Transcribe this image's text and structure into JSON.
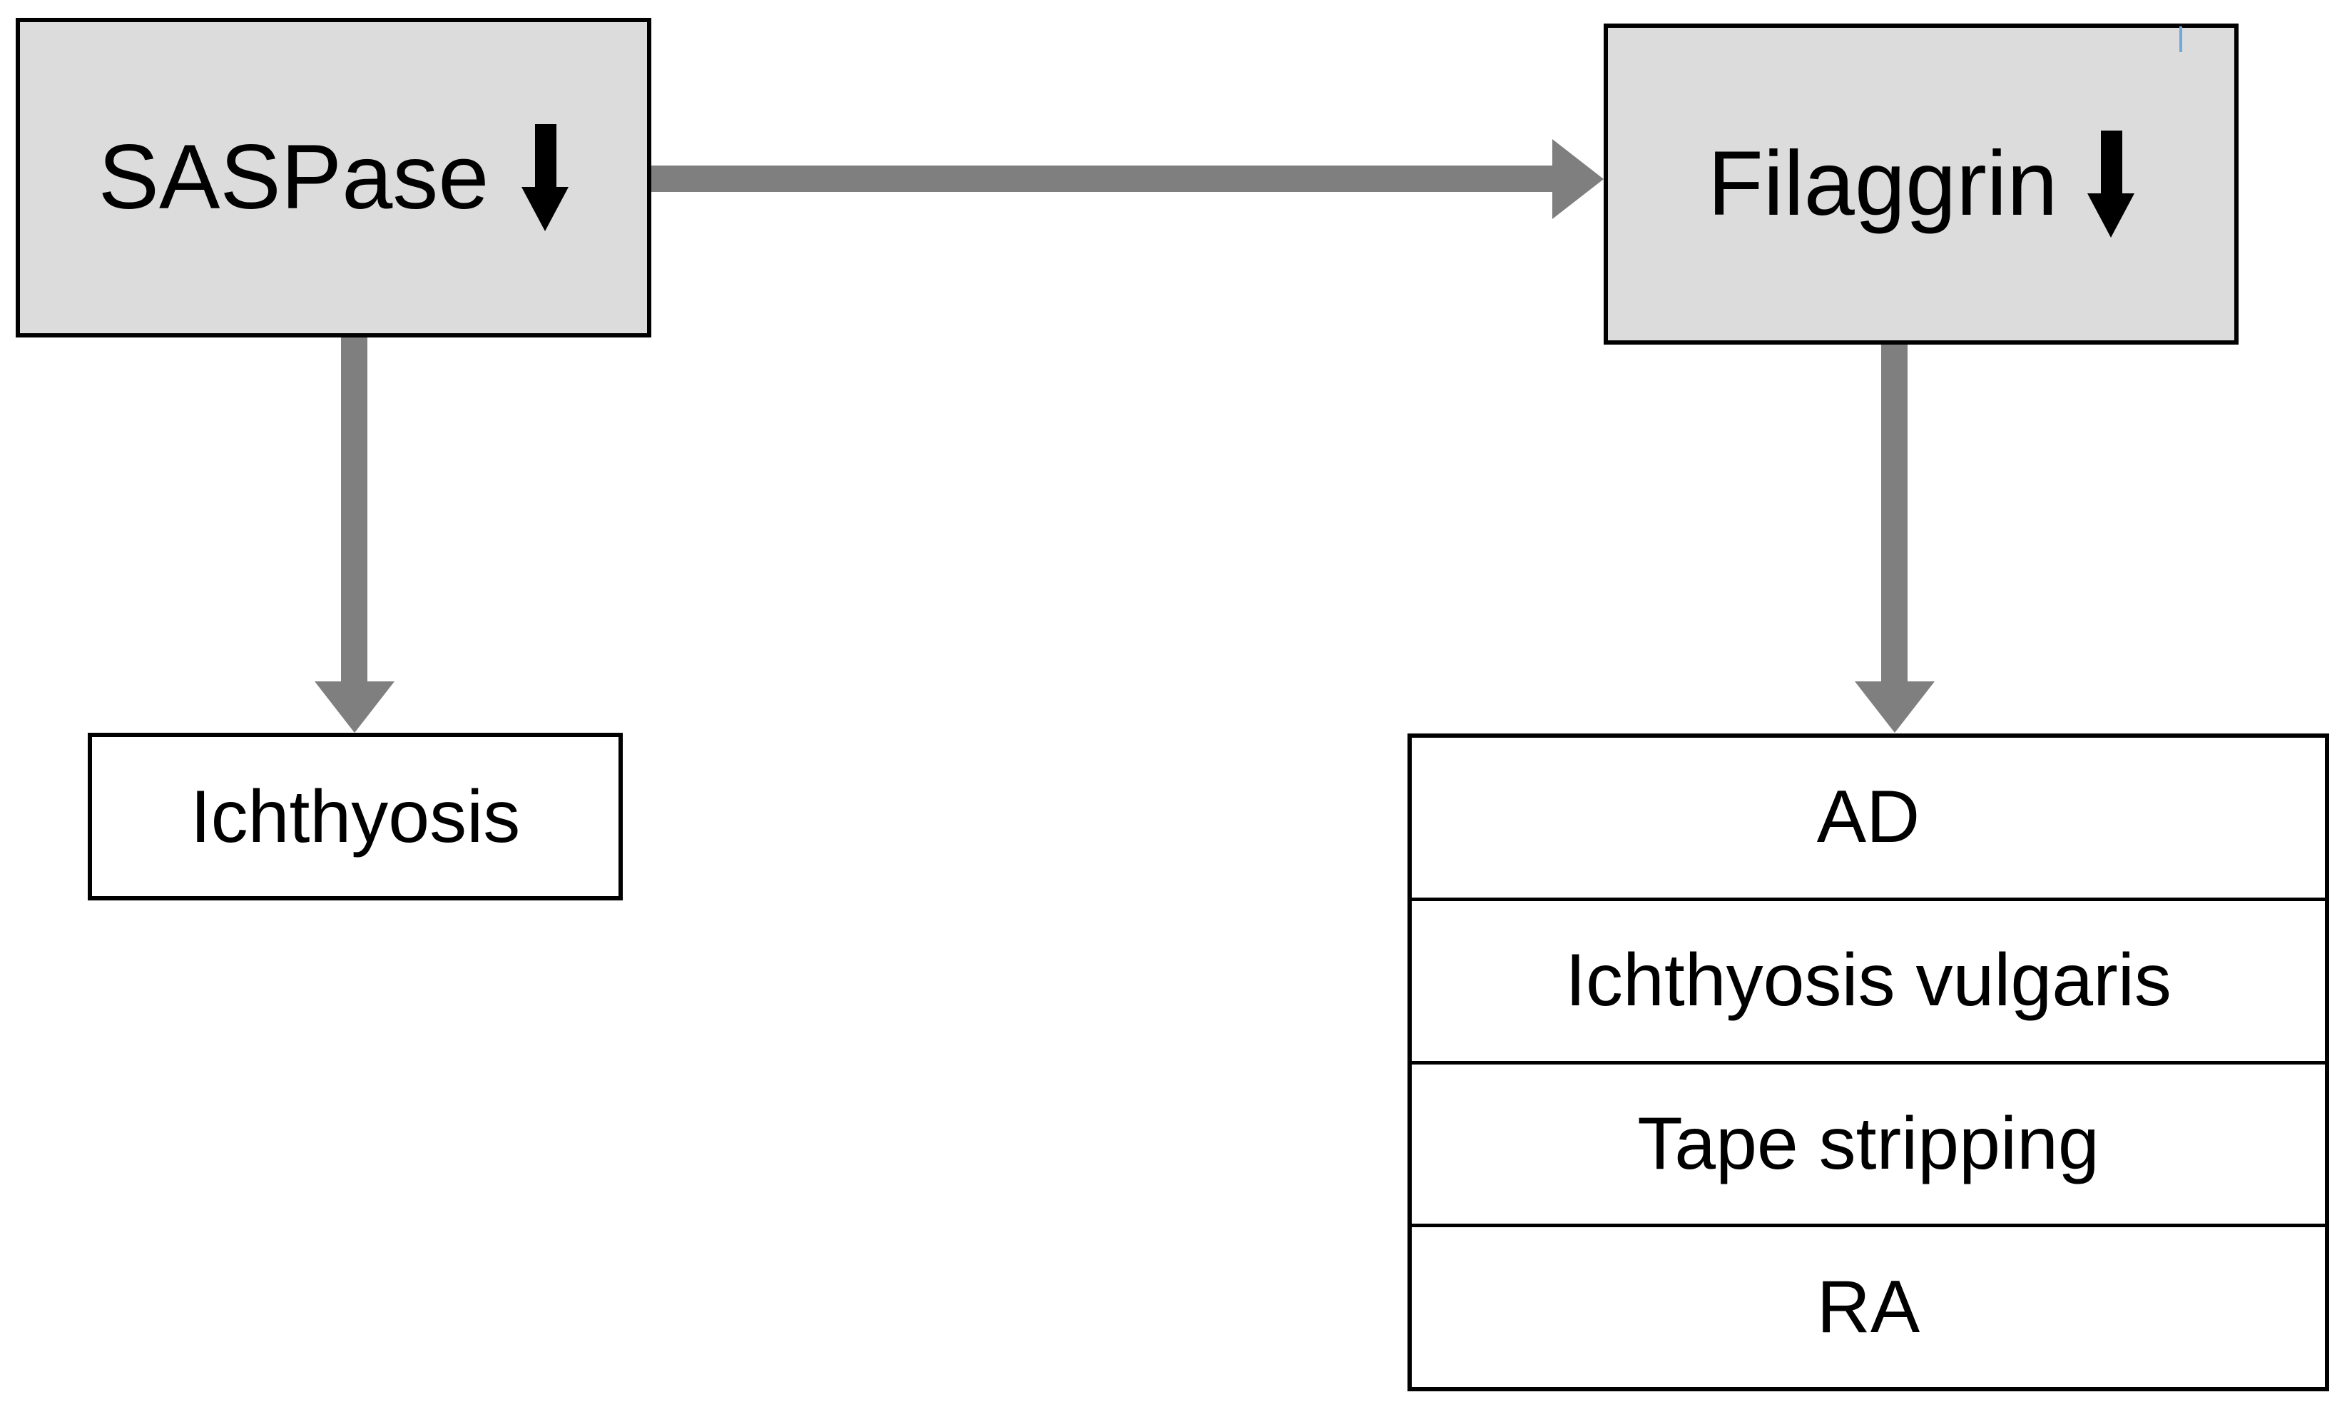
{
  "diagram": {
    "type": "flowchart",
    "title": "SASPase / Filaggrin downregulation pathway",
    "background_color": "#ffffff",
    "colors": {
      "node_fill": "#dcdcdc",
      "node_border": "#000000",
      "connector": "#7f7f7f",
      "text": "#000000",
      "caret_artifact": "#6fa8dc"
    },
    "nodes": {
      "saspase": {
        "label": "SASPase",
        "indicator_icon": "down-arrow-icon",
        "indicator_meaning": "decreased"
      },
      "filaggrin": {
        "label": "Filaggrin",
        "indicator_icon": "down-arrow-icon",
        "indicator_meaning": "decreased"
      },
      "ichthyosis": {
        "label": "Ichthyosis"
      }
    },
    "outcomes": {
      "rows": [
        {
          "label": "AD"
        },
        {
          "label": "Ichthyosis vulgaris"
        },
        {
          "label": "Tape stripping"
        },
        {
          "label": "RA"
        }
      ]
    },
    "connectors": [
      {
        "from": "saspase",
        "to": "filaggrin",
        "direction": "right",
        "style": "block-arrow"
      },
      {
        "from": "saspase",
        "to": "ichthyosis",
        "direction": "down",
        "style": "block-arrow"
      },
      {
        "from": "filaggrin",
        "to": "outcomes",
        "direction": "down",
        "style": "block-arrow"
      }
    ]
  }
}
